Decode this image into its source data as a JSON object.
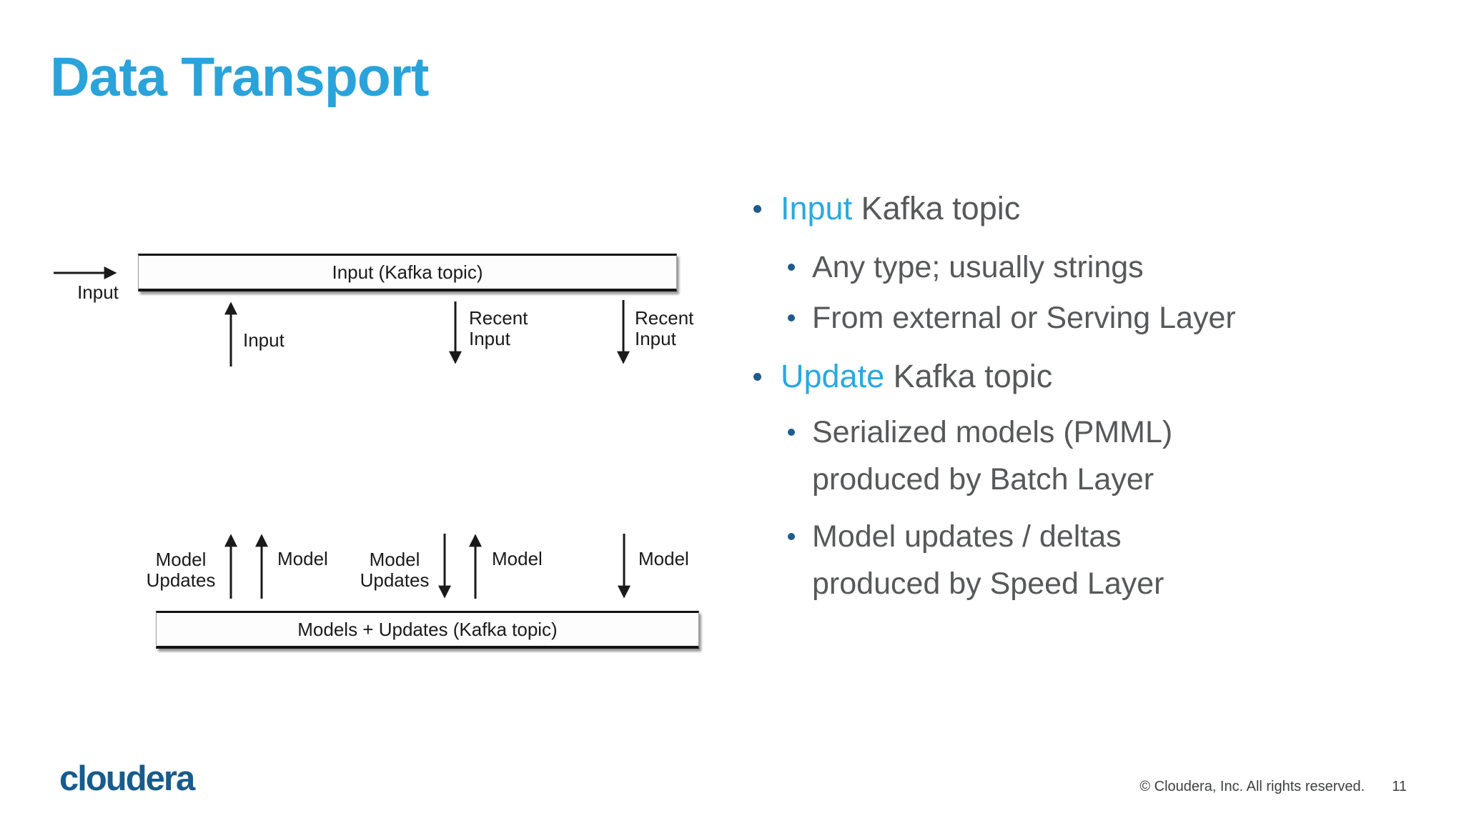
{
  "slide": {
    "title": "Data Transport",
    "footer": {
      "logo_text": "cloudera",
      "copyright": "© Cloudera, Inc. All rights reserved.",
      "page_number": "11"
    }
  },
  "diagram": {
    "external_input_label": "Input",
    "top_box_label": "Input (Kafka topic)",
    "input_up_label": "Input",
    "recent_input_label_1": "Recent\nInput",
    "recent_input_label_2": "Recent\nInput",
    "model_updates_label_1": "Model\nUpdates",
    "model_label_1": "Model",
    "model_updates_label_2": "Model\nUpdates",
    "model_label_2": "Model",
    "model_label_3": "Model",
    "bottom_box_label": "Models + Updates (Kafka topic)"
  },
  "bullets": [
    {
      "highlight": "Input",
      "text": " Kafka topic"
    },
    {
      "text": "Any type; usually strings"
    },
    {
      "text": "From external or Serving Layer"
    },
    {
      "highlight": "Update",
      "text": " Kafka topic"
    },
    {
      "text": "Serialized models (PMML)\nproduced by Batch Layer"
    },
    {
      "text": "Model updates / deltas\nproduced by Speed Layer"
    }
  ],
  "colors": {
    "title": "#2aa3da",
    "accent": "#29a9e1",
    "body_text": "#57585a",
    "bullet_dot": "#1f5c8b",
    "diagram_ink": "#1a1a1a",
    "logo": "#185b8c"
  }
}
